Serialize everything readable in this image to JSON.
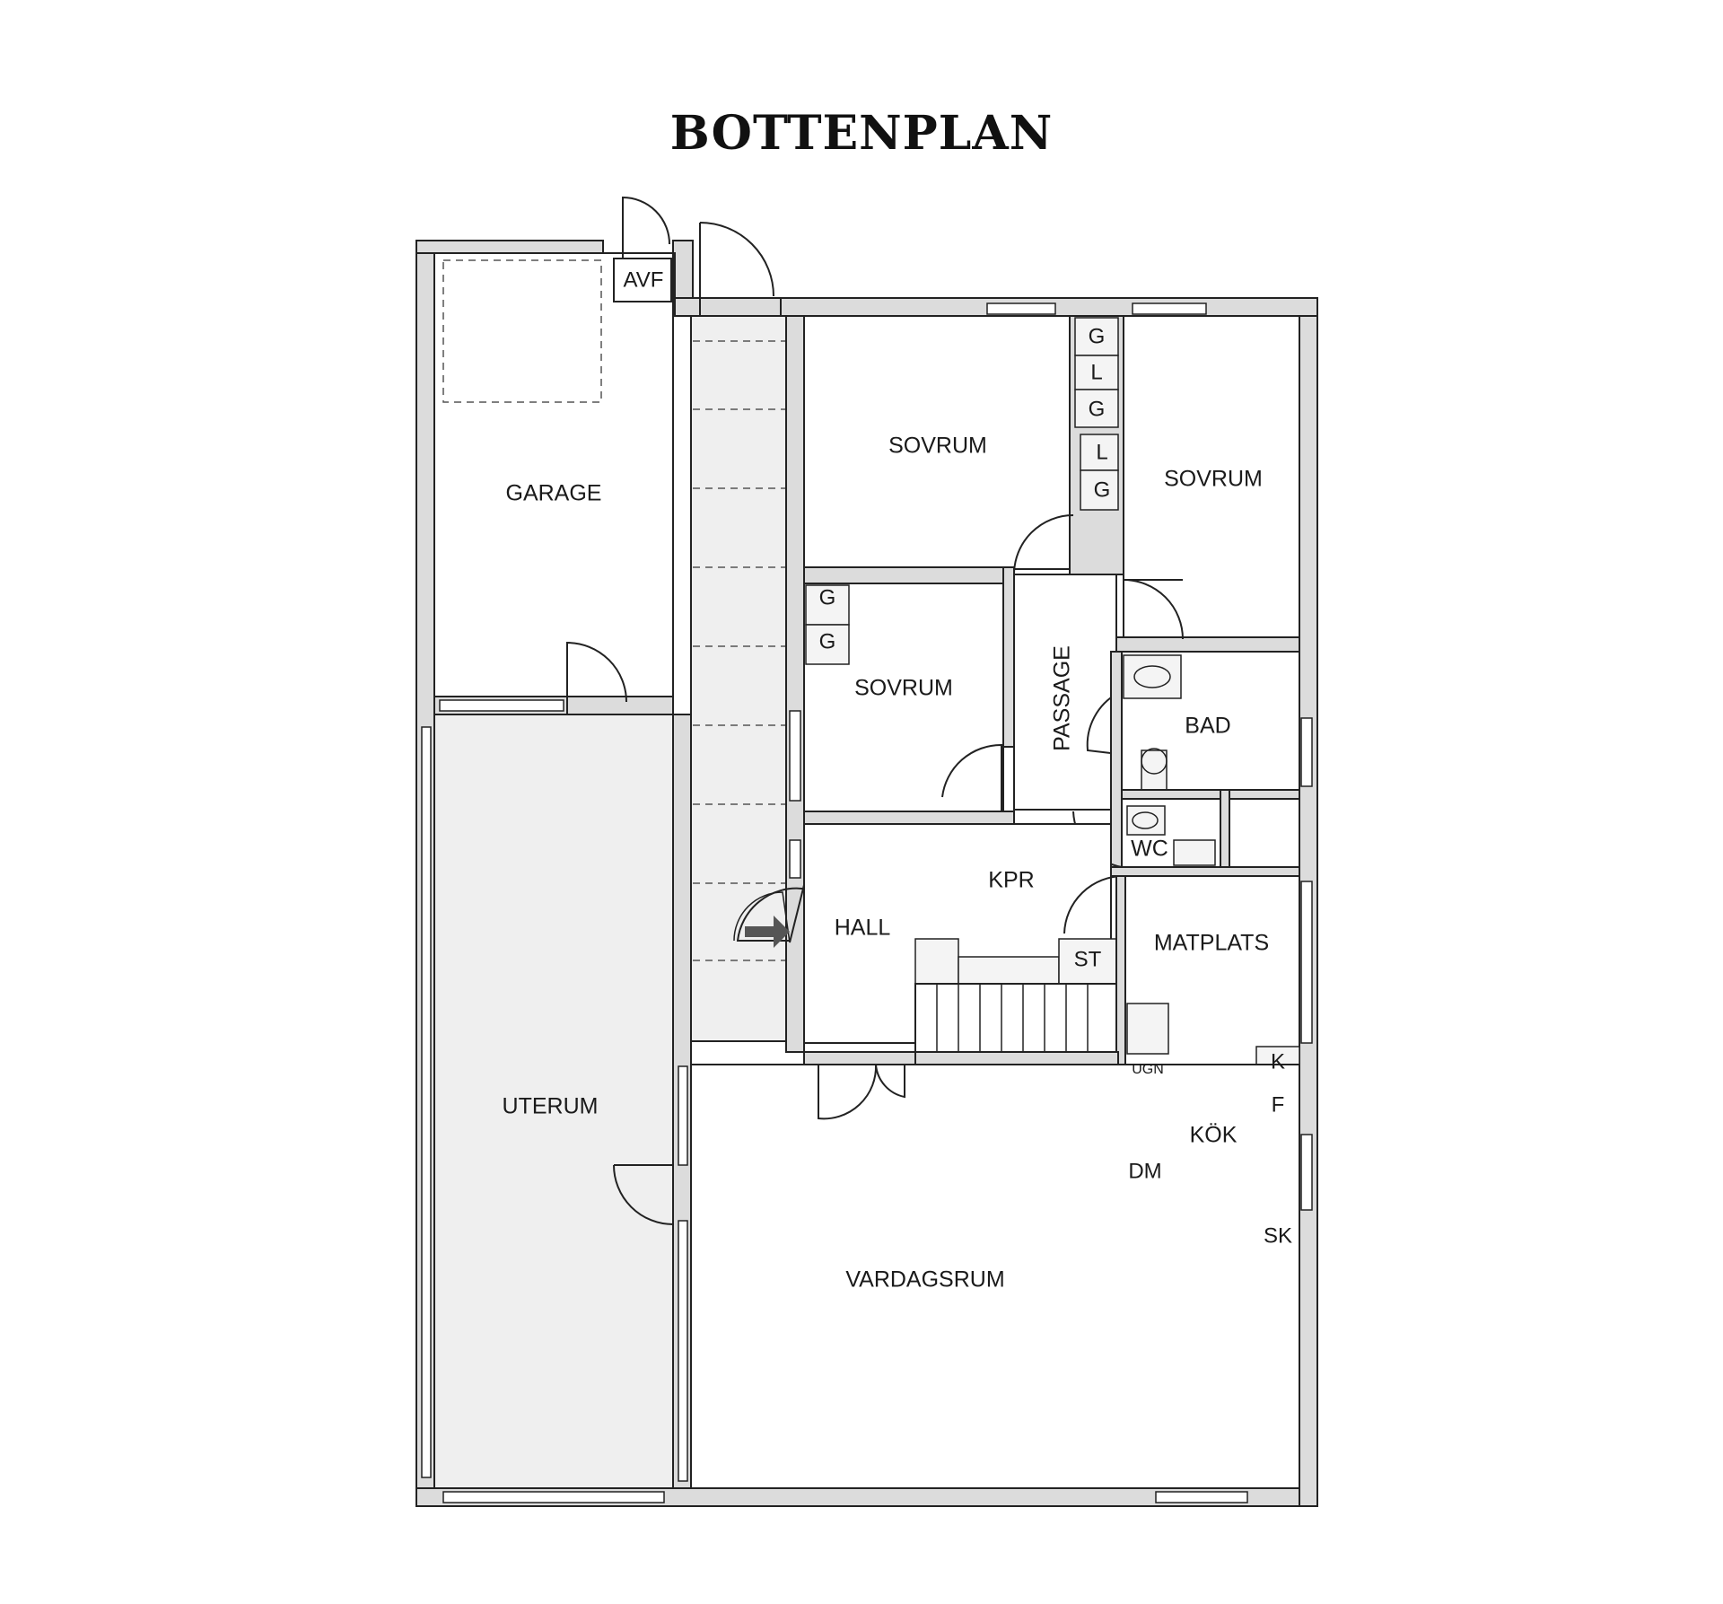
{
  "title": "BOTTENPLAN",
  "rooms": {
    "garage": "GARAGE",
    "sovrum_1": "SOVRUM",
    "sovrum_2": "SOVRUM",
    "sovrum_3": "SOVRUM",
    "passage": "PASSAGE",
    "bad": "BAD",
    "wc": "WC",
    "kpr": "KPR",
    "hall": "HALL",
    "matplats": "MATPLATS",
    "kok": "KÖK",
    "uterum": "UTERUM",
    "vardagsrum": "VARDAGSRUM"
  },
  "fixtures": {
    "avf": "AVF",
    "closet_g1": "G",
    "closet_l1": "L",
    "closet_g2": "G",
    "closet_l2": "L",
    "closet_g3": "G",
    "closet_g4": "G",
    "closet_g5": "G",
    "st": "ST",
    "ugn": "UGN",
    "dm": "DM",
    "k": "K",
    "f": "F",
    "sk": "SK"
  },
  "colors": {
    "wall": "#dcdcdc",
    "outline": "#222222",
    "covered_floor": "#efefef"
  }
}
